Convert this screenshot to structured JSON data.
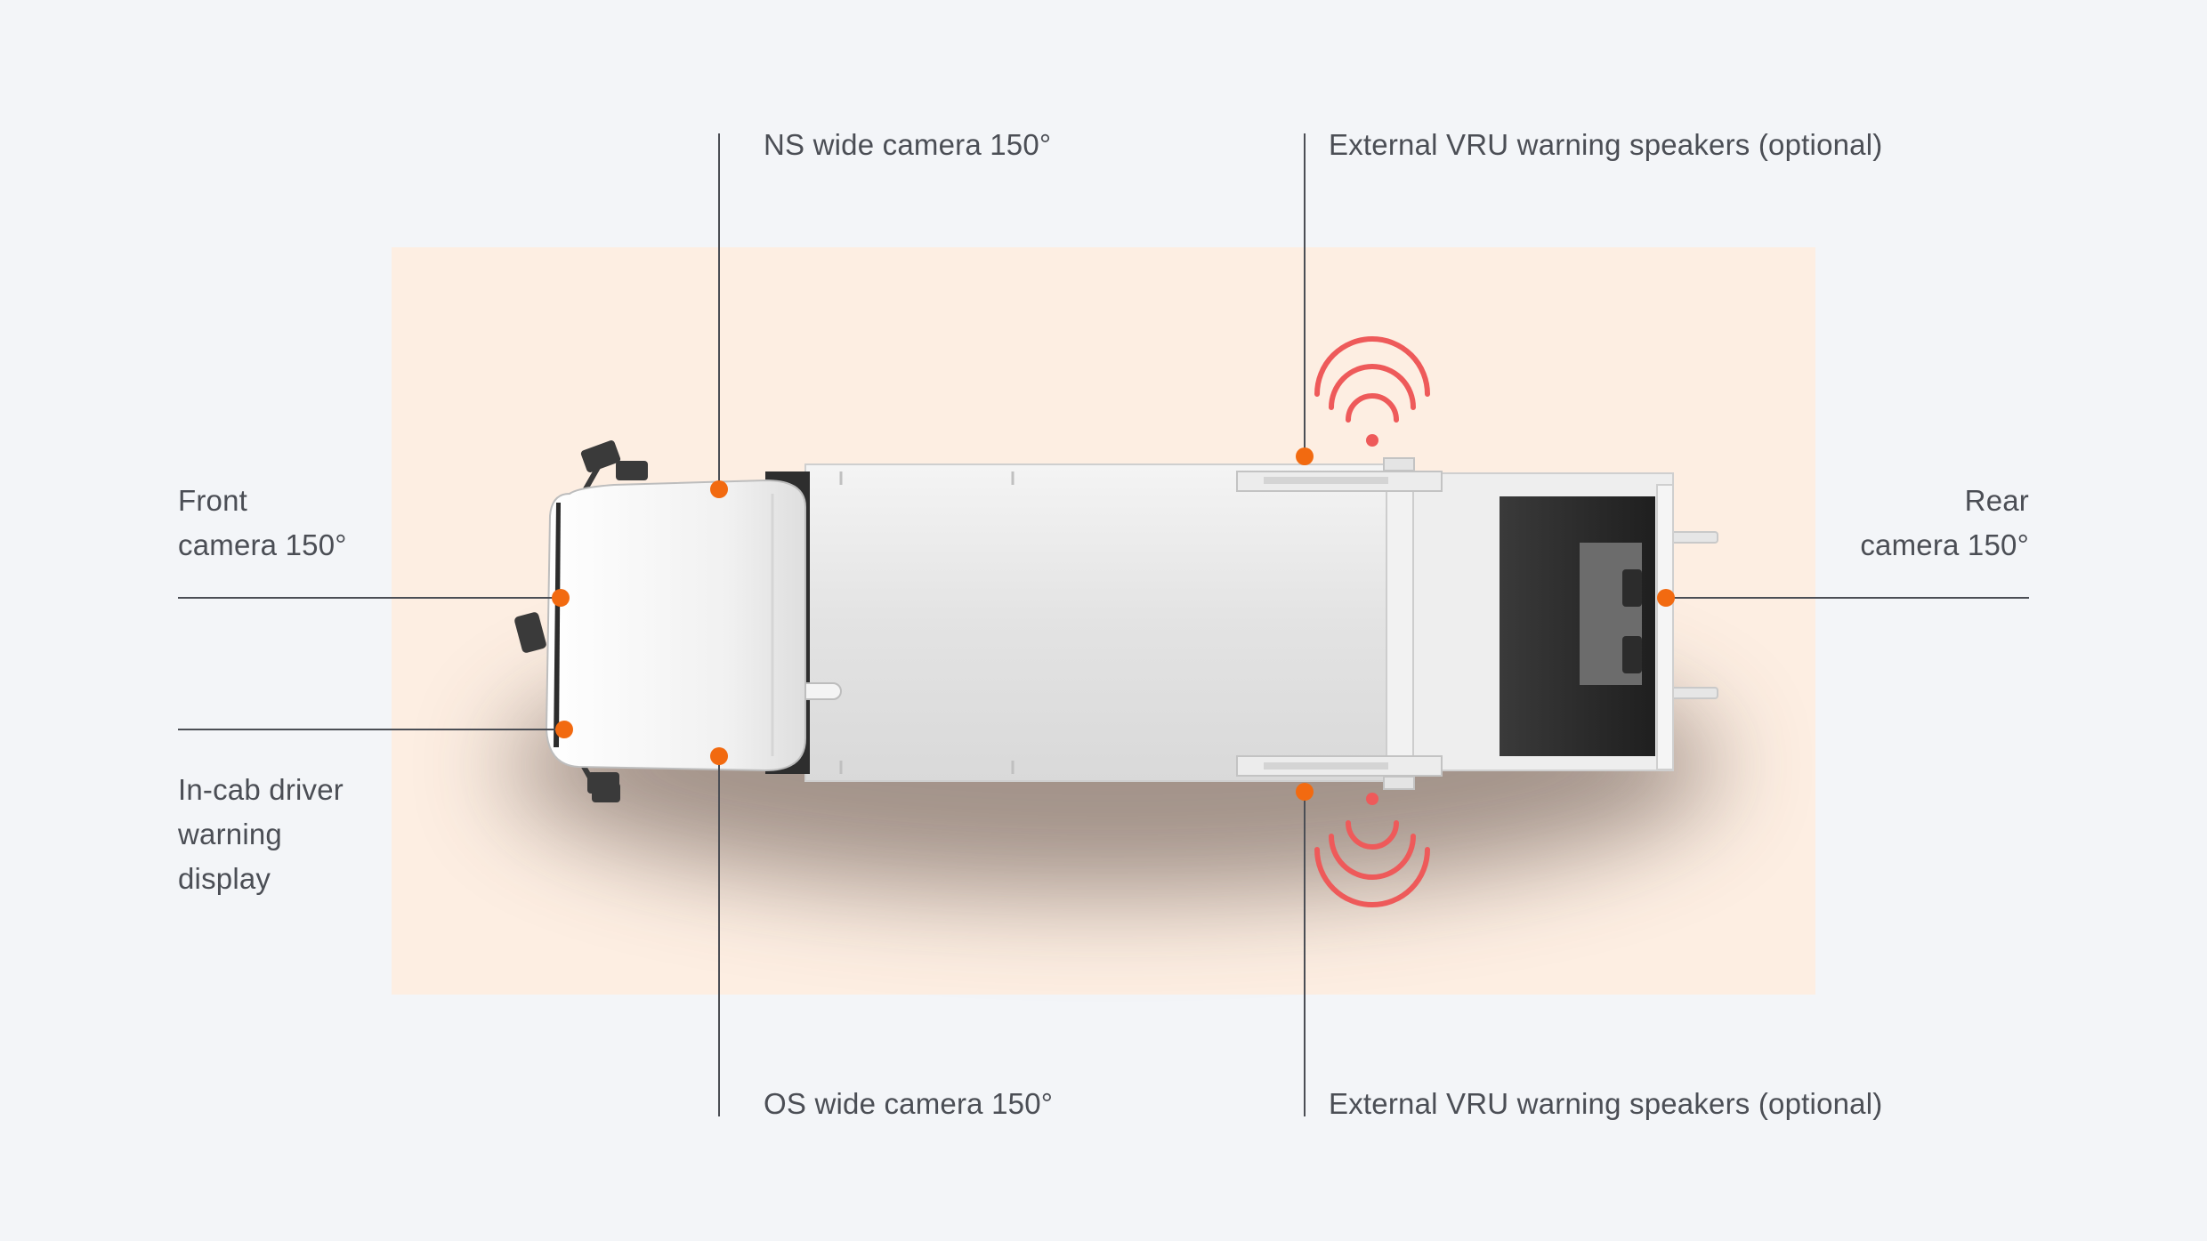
{
  "colors": {
    "background": "#f3f5f8",
    "zone": "#fdeee2",
    "marker": "#f26a10",
    "speaker_waves": "#ee5a5a",
    "leader_line": "#4b4e55",
    "label_text": "#4b4e55"
  },
  "vehicle": {
    "type": "tipper-truck-top-view"
  },
  "labels": {
    "ns_wide_camera": "NS wide camera 150°",
    "os_wide_camera": "OS wide camera 150°",
    "speakers_top": "External VRU warning speakers (optional)",
    "speakers_bottom": "External VRU warning speakers (optional)",
    "front_camera": [
      "Front",
      "camera 150°"
    ],
    "rear_camera": [
      "Rear",
      "camera 150°"
    ],
    "driver_display": [
      "In-cab driver",
      "warning",
      "display"
    ]
  },
  "icons": {
    "speaker_top": "signal-waves-icon",
    "speaker_bottom": "signal-waves-icon"
  }
}
